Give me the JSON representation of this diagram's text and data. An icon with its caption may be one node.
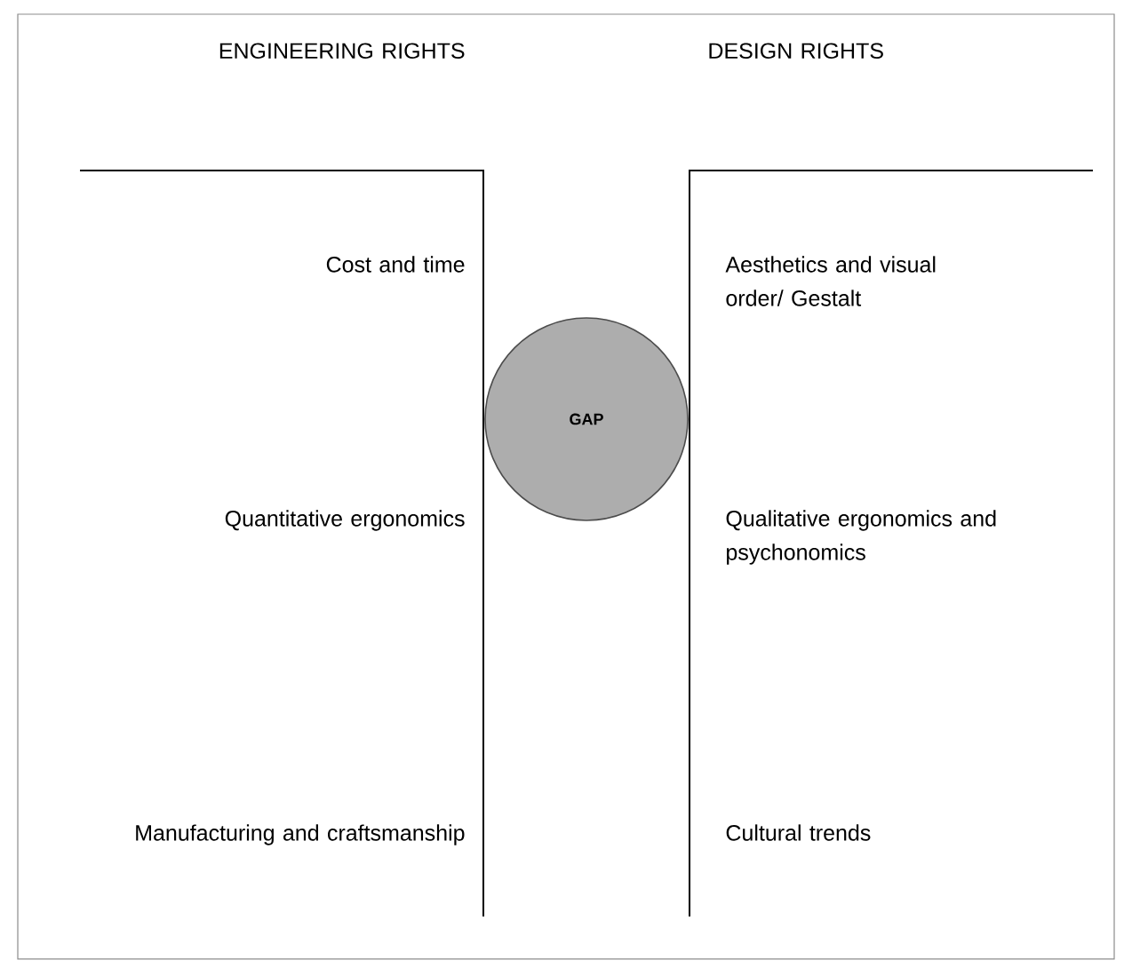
{
  "diagram": {
    "nodes": [
      {
        "text": [
          "GAP"
        ]
      }
    ],
    "labels": [
      "ENGINEERING RIGHTS",
      "DESIGN RIGHTS",
      "Cost and time",
      "Aesthetics and visual order/ Gestalt",
      "Quantitative ergonomics",
      "Qualitative ergonomics and psychonomics",
      "Manufacturing and craftsmanship",
      "Cultural trends"
    ]
  }
}
